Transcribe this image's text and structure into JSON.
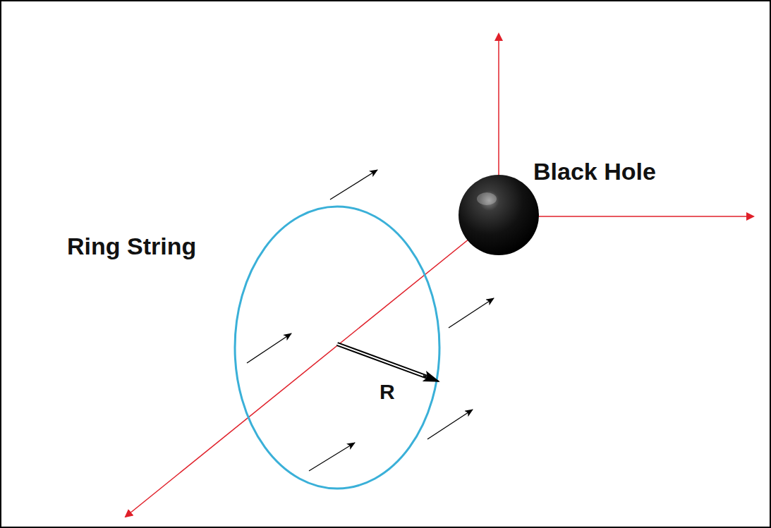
{
  "diagram": {
    "labels": [
      "Ring String",
      "Black Hole",
      "R"
    ]
  }
}
